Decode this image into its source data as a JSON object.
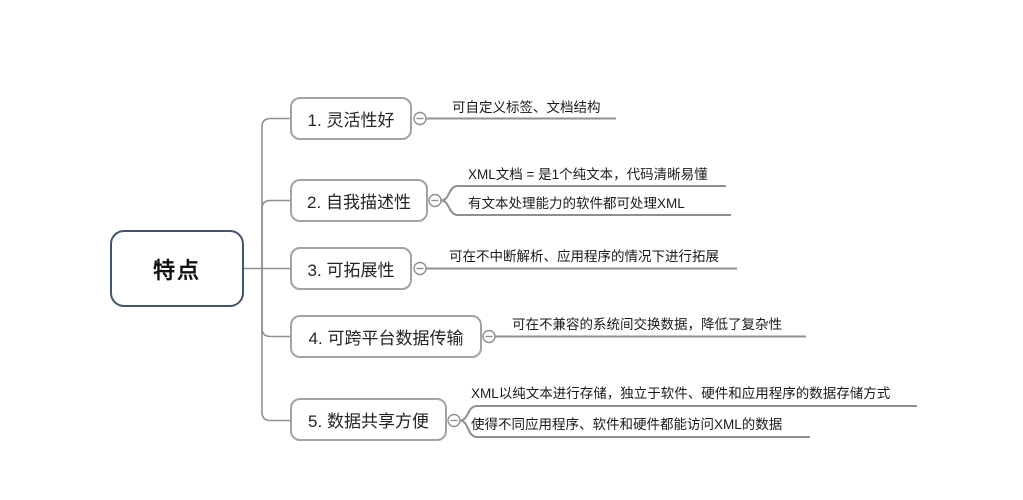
{
  "root": {
    "label": "特点"
  },
  "branches": [
    {
      "label": "1. 灵活性好",
      "children": [
        "可自定义标签、文档结构"
      ]
    },
    {
      "label": "2. 自我描述性",
      "children": [
        "XML文档 = 是1个纯文本，代码清晰易懂",
        "有文本处理能力的软件都可处理XML"
      ]
    },
    {
      "label": "3. 可拓展性",
      "children": [
        "可在不中断解析、应用程序的情况下进行拓展"
      ]
    },
    {
      "label": "4. 可跨平台数据传输",
      "children": [
        "可在不兼容的系统间交换数据，降低了复杂性"
      ]
    },
    {
      "label": "5. 数据共享方便",
      "children": [
        "XML以纯文本进行存储，独立于软件、硬件和应用程序的数据存储方式",
        "使得不同应用程序、软件和硬件都能访问XML的数据"
      ]
    }
  ],
  "colors": {
    "root_border": "#44546b",
    "branch_border": "#a3a3a3",
    "connector": "#8f8f8f",
    "text": "#1f1f1f",
    "background": "#ffffff"
  }
}
